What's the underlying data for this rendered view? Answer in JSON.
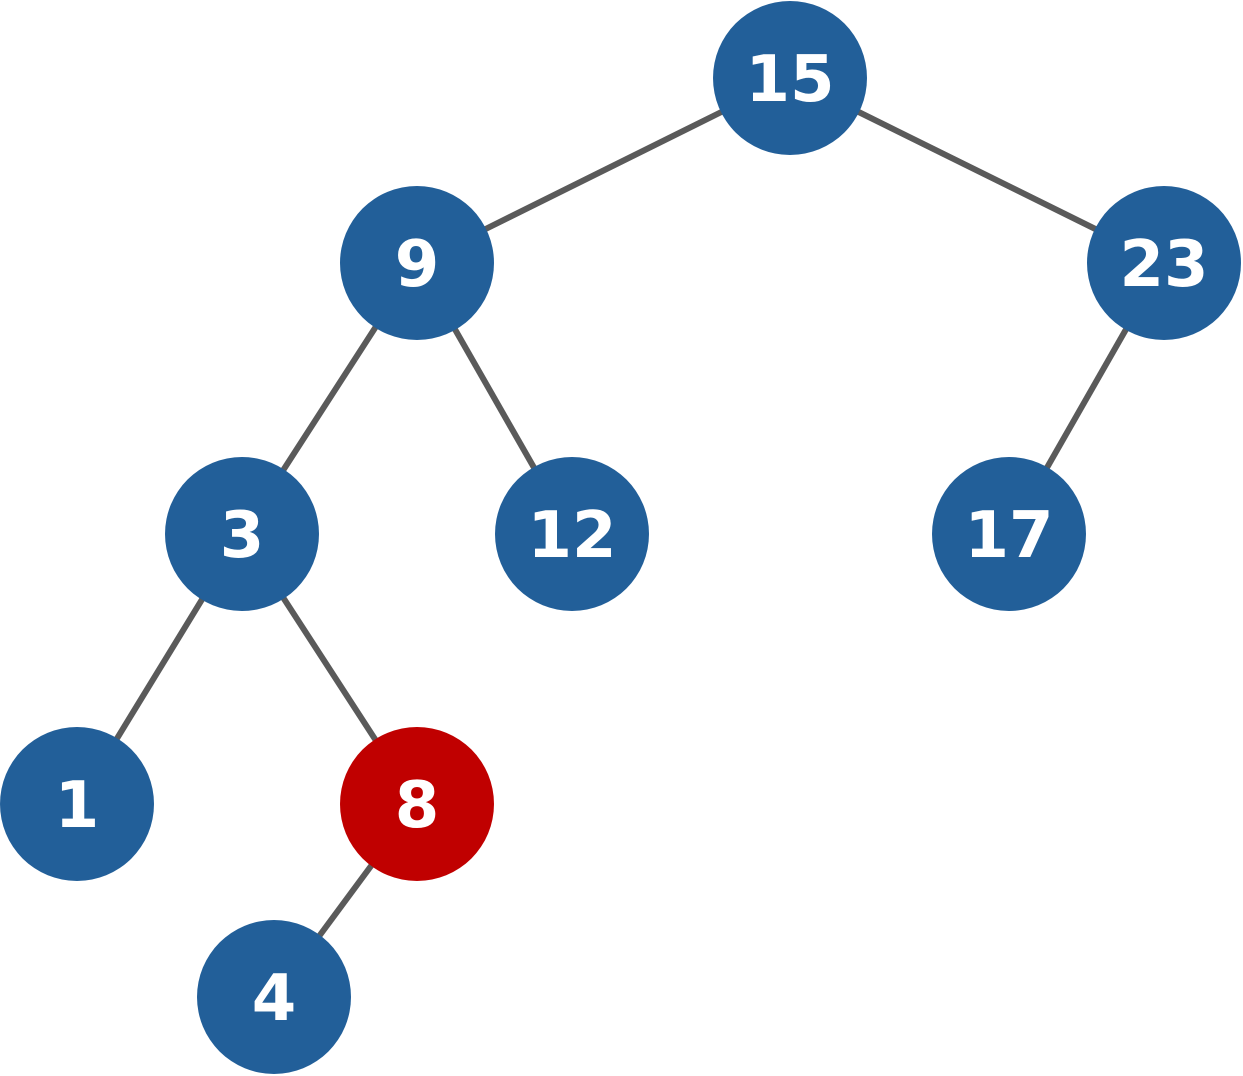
{
  "colors": {
    "node_default": "#225f99",
    "node_highlight": "#c00000",
    "edge": "#5a5a5a",
    "label": "#ffffff"
  },
  "tree": {
    "nodes": [
      {
        "id": "n15",
        "label": "15",
        "highlighted": false
      },
      {
        "id": "n9",
        "label": "9",
        "highlighted": false
      },
      {
        "id": "n23",
        "label": "23",
        "highlighted": false
      },
      {
        "id": "n3",
        "label": "3",
        "highlighted": false
      },
      {
        "id": "n12",
        "label": "12",
        "highlighted": false
      },
      {
        "id": "n17",
        "label": "17",
        "highlighted": false
      },
      {
        "id": "n1",
        "label": "1",
        "highlighted": false
      },
      {
        "id": "n8",
        "label": "8",
        "highlighted": true
      },
      {
        "id": "n4",
        "label": "4",
        "highlighted": false
      }
    ],
    "edges": [
      {
        "from": "n15",
        "to": "n9"
      },
      {
        "from": "n15",
        "to": "n23"
      },
      {
        "from": "n9",
        "to": "n3"
      },
      {
        "from": "n9",
        "to": "n12"
      },
      {
        "from": "n23",
        "to": "n17"
      },
      {
        "from": "n3",
        "to": "n1"
      },
      {
        "from": "n3",
        "to": "n8"
      },
      {
        "from": "n8",
        "to": "n4"
      }
    ]
  }
}
